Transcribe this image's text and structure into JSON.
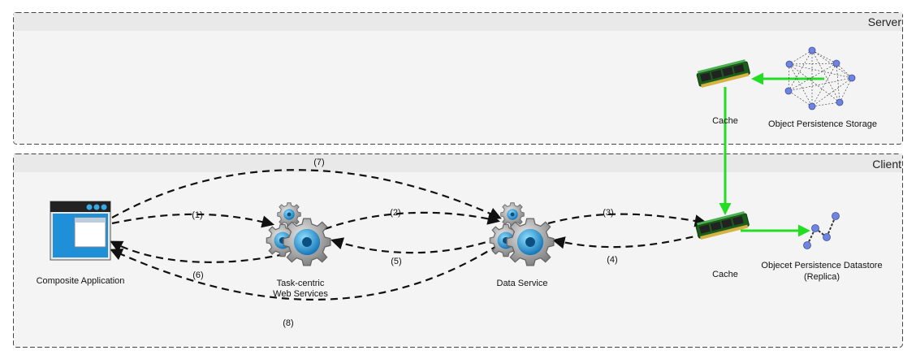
{
  "zones": {
    "server": {
      "title": "Server"
    },
    "client": {
      "title": "Client"
    }
  },
  "nodes": {
    "composite_app": "Composite Application",
    "task_services_line1": "Task-centric",
    "task_services_line2": "Web Services",
    "data_service": "Data Service",
    "server_cache": "Cache",
    "client_cache": "Cache",
    "object_storage": "Object Persistence Storage",
    "replica_line1": "Objecet Persistence Datastore",
    "replica_line2": "(Replica)"
  },
  "flows": {
    "f1": "(1)",
    "f2": "(2)",
    "f3": "(3)",
    "f4": "(4)",
    "f5": "(5)",
    "f6": "(6)",
    "f7": "(7)",
    "f8": "(8)"
  },
  "colors": {
    "sync_arrow": "#22dd22",
    "dashed_arrow": "#111111",
    "zone_fill": "#f4f4f4",
    "zone_header": "#e9e9e9",
    "gear_gray": "#a8a8a8",
    "gear_blue": "#2a9fd8",
    "node_blue": "#6f83e0"
  }
}
